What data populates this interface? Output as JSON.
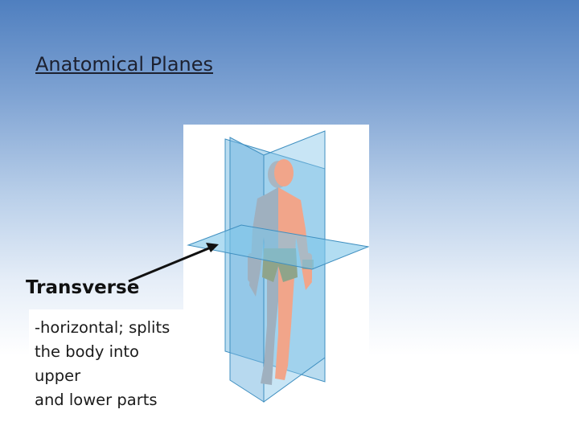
{
  "slide": {
    "title": "Anatomical Planes",
    "term": "Transverse",
    "description": "-horizontal; splits\nthe body into upper\nand lower parts"
  },
  "figure": {
    "subject": "human-body-with-anatomical-planes",
    "planes": [
      "sagittal",
      "coronal",
      "transverse"
    ],
    "colors": {
      "plane": "#7fbfe3",
      "skin": "#f1a58a",
      "shadow_side": "#9fb0bf",
      "shorts": "#8fa48a"
    }
  },
  "colors": {
    "title_text": "#1d2130",
    "arrow": "#111111"
  }
}
